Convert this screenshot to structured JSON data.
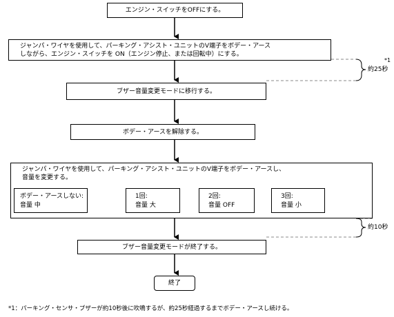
{
  "steps": {
    "s1": "エンジン・スイッチをOFFにする。",
    "s2_line1": "ジャンパ・ワイヤを使用して、パーキング・アシスト・ユニットのV端子をボデー・アース",
    "s2_line2": "しながら、エンジン・スイッチを ON（エンジン停止、または回転中）にする。",
    "s3": "ブザー音量変更モードに移行する。",
    "s4": "ボデー・アースを解除する。",
    "s5_line1": "ジャンパ・ワイヤを使用して、パーキング・アシスト・ユニットのV端子をボデー・アースし、",
    "s5_line2": "音量を変更する。",
    "s6": "ブザー音量変更モードが終了する。",
    "end": "終了"
  },
  "options": [
    {
      "line1": "ボデー・アースしない:",
      "line2": "音量 中"
    },
    {
      "line1": "1回:",
      "line2": "音量 大"
    },
    {
      "line1": "2回:",
      "line2": "音量 OFF"
    },
    {
      "line1": "3回:",
      "line2": "音量 小"
    }
  ],
  "annotations": {
    "t25": "約25秒",
    "t25_ref": "*1",
    "t10": "約10秒"
  },
  "footnote": "*1：パーキング・センサ・ブザーが約10秒後に吹鳴するが、約25秒経過するまでボデー・アースし続ける。"
}
